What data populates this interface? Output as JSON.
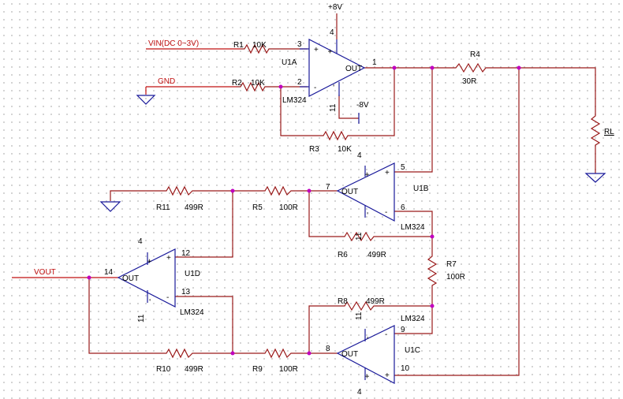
{
  "nets": {
    "vpos": "+8V",
    "vneg": "-8V",
    "vin": "VIN(DC 0~3V)",
    "gnd": "GND",
    "vout": "VOUT"
  },
  "resistors": {
    "r1": {
      "ref": "R1",
      "value": "10K"
    },
    "r2": {
      "ref": "R2",
      "value": "10K"
    },
    "r3": {
      "ref": "R3",
      "value": "10K"
    },
    "r4": {
      "ref": "R4",
      "value": "30R"
    },
    "rl": {
      "ref": "RL",
      "value": ""
    },
    "r5": {
      "ref": "R5",
      "value": "100R"
    },
    "r6": {
      "ref": "R6",
      "value": "499R"
    },
    "r7": {
      "ref": "R7",
      "value": "100R"
    },
    "r8": {
      "ref": "R8",
      "value": "499R"
    },
    "r9": {
      "ref": "R9",
      "value": "100R"
    },
    "r10": {
      "ref": "R10",
      "value": "499R"
    },
    "r11": {
      "ref": "R11",
      "value": "499R"
    }
  },
  "opamps": {
    "u1a": {
      "ref": "U1A",
      "part": "LM324",
      "pin_in_pos": "3",
      "pin_in_neg": "2",
      "pin_out": "1",
      "pin_vpos": "4",
      "pin_vneg": "11",
      "out_label": "OUT"
    },
    "u1b": {
      "ref": "U1B",
      "part": "LM324",
      "pin_in_pos": "5",
      "pin_in_neg": "6",
      "pin_out": "7",
      "pin_vpos": "4",
      "pin_vneg": "11",
      "out_label": "OUT"
    },
    "u1c": {
      "ref": "U1C",
      "part": "LM324",
      "pin_in_pos": "10",
      "pin_in_neg": "9",
      "pin_out": "8",
      "pin_vpos": "4",
      "pin_vneg": "11",
      "out_label": "OUT"
    },
    "u1d": {
      "ref": "U1D",
      "part": "LM324",
      "pin_in_pos": "12",
      "pin_in_neg": "13",
      "pin_out": "14",
      "pin_vpos": "4",
      "pin_vneg": "11",
      "out_label": "OUT"
    }
  },
  "symbols": {
    "plus": "+",
    "minus": "-"
  }
}
